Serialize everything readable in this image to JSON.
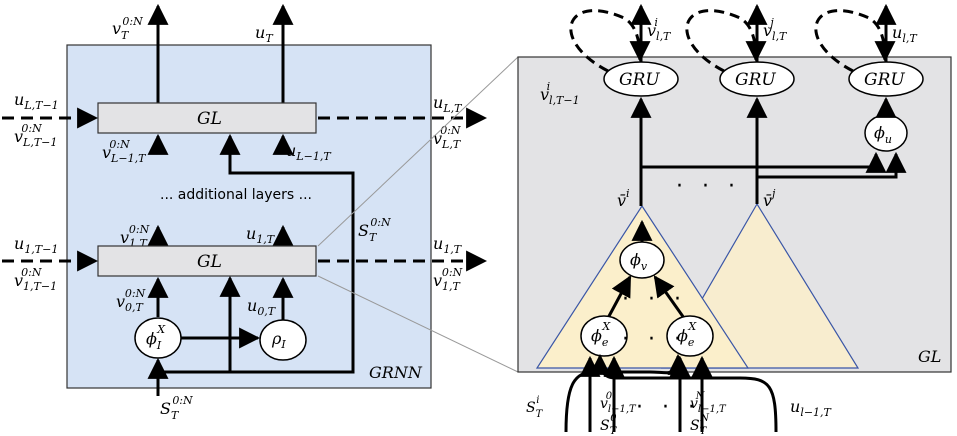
{
  "grnn": {
    "label": "GRNN",
    "top_out_v": "v_T^{0:N}",
    "top_out_u": "u_T",
    "gl_top": {
      "label": "GL",
      "in_u": "u_{L,T−1}",
      "in_v": "v^{0:N}_{L,T−1}",
      "out_u": "u_{L,T}",
      "out_v": "v^{0:N}_{L,T}",
      "below_v": "v^{0:N}_{L−1,T}",
      "below_u": "u_{L−1,T}"
    },
    "additional_layers": "... additional layers ...",
    "side_s": "S_T^{0:N}",
    "gl_bottom": {
      "label": "GL",
      "in_u": "u_{1,T−1}",
      "in_v": "v^{0:N}_{1,T−1}",
      "out_u": "u_{1,T}",
      "out_v": "v^{0:N}_{1,T}",
      "above_v": "v^{0:N}_{1,T}",
      "above_u": "u_{1,T}",
      "below_v": "v^{0:N}_{0,T}",
      "below_u": "u_{0,T}"
    },
    "phi_I": "ϕ_I^X",
    "rho_I": "ρ_I",
    "input_s": "S_T^{0:N}"
  },
  "gl_detail": {
    "label": "GL",
    "gru_label": "GRU",
    "gru_outputs": [
      "v^i_{l,T}",
      "v^j_{l,T}",
      "u_{l,T}"
    ],
    "prev_state": "v^i_{l,T−1}",
    "phi_u": "ϕ_u",
    "vbar_i": "v̄^i",
    "vbar_j": "v̄^j",
    "phi_v": "ϕ_v",
    "phi_e": "ϕ_e^X",
    "dots": "· · ·",
    "inputs": [
      "S^i_T",
      "v^0_{l−1,T}",
      "S^0_T",
      "v^N_{l−1,T}",
      "S^N_T",
      "u_{l−1,T}"
    ]
  },
  "colors": {
    "grnn_fill": "#d6e3f5",
    "gl_detail_fill": "#e3e3e5",
    "triangle_fill": "#fbefcb",
    "triangle_stroke": "#3a56a6"
  }
}
